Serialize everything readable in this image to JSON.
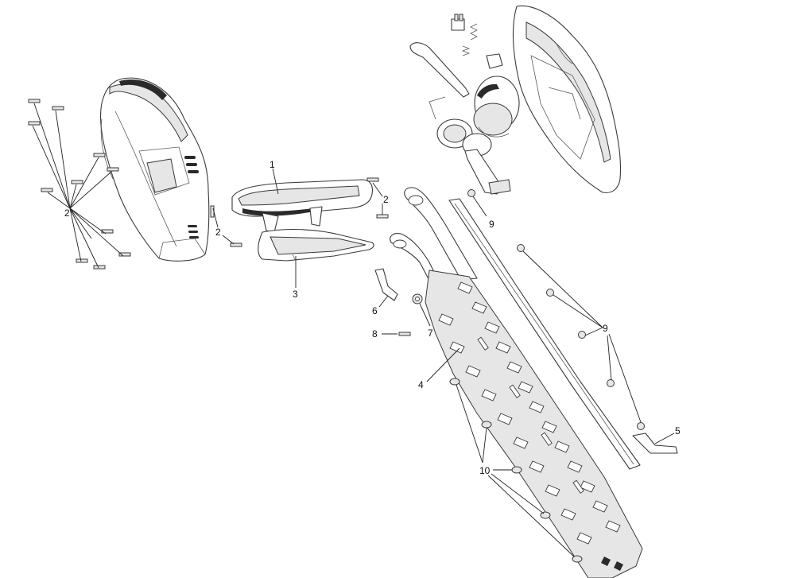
{
  "callouts": {
    "c1": "1",
    "c2a": "2",
    "c2b": "2",
    "c2c": "2",
    "c3": "3",
    "c4": "4",
    "c5": "5",
    "c6": "6",
    "c7": "7",
    "c8": "8",
    "c9a": "9",
    "c9b": "9",
    "c10": "10"
  }
}
